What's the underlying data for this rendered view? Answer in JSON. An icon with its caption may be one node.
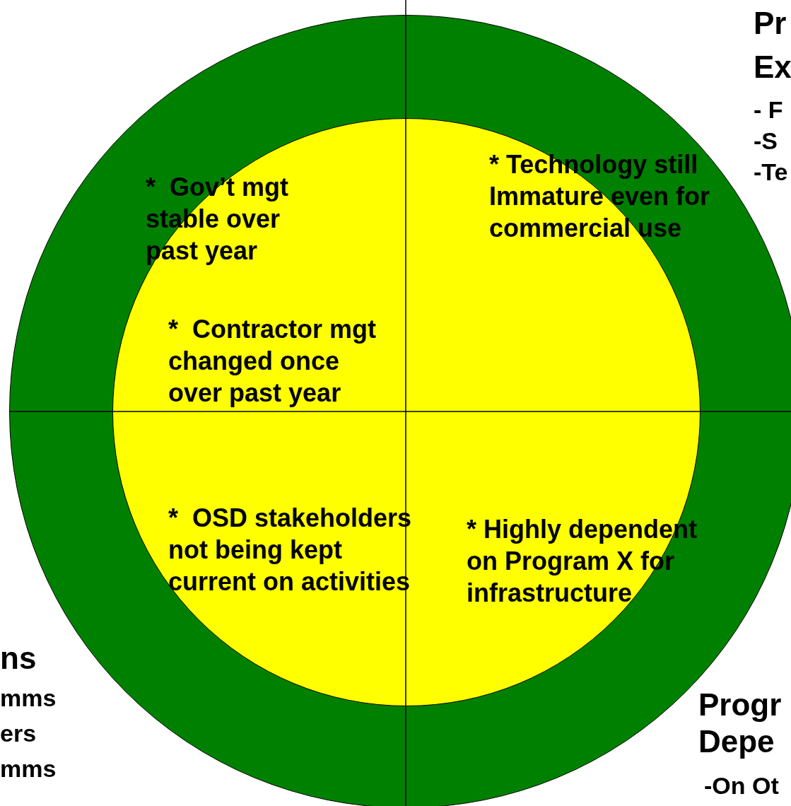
{
  "diagram": {
    "nodes": [
      {
        "text": [],
        "shape": "circle"
      },
      {
        "text": [
          "*  Gov’t mgt stable over past year",
          "*  Contractor mgt changed once over past year",
          "* Technology still Immature even for commercial use",
          "*  OSD stakeholders not being kept current on activities",
          "* Highly dependent on Program X for infrastructure"
        ],
        "in": 0
      }
    ],
    "labels": [
      "Pr",
      "Ex",
      "- F",
      "-S",
      "-Te",
      "ns",
      "mms",
      "ers",
      "mms",
      "Progr",
      "Depe",
      "-On Ot"
    ]
  }
}
